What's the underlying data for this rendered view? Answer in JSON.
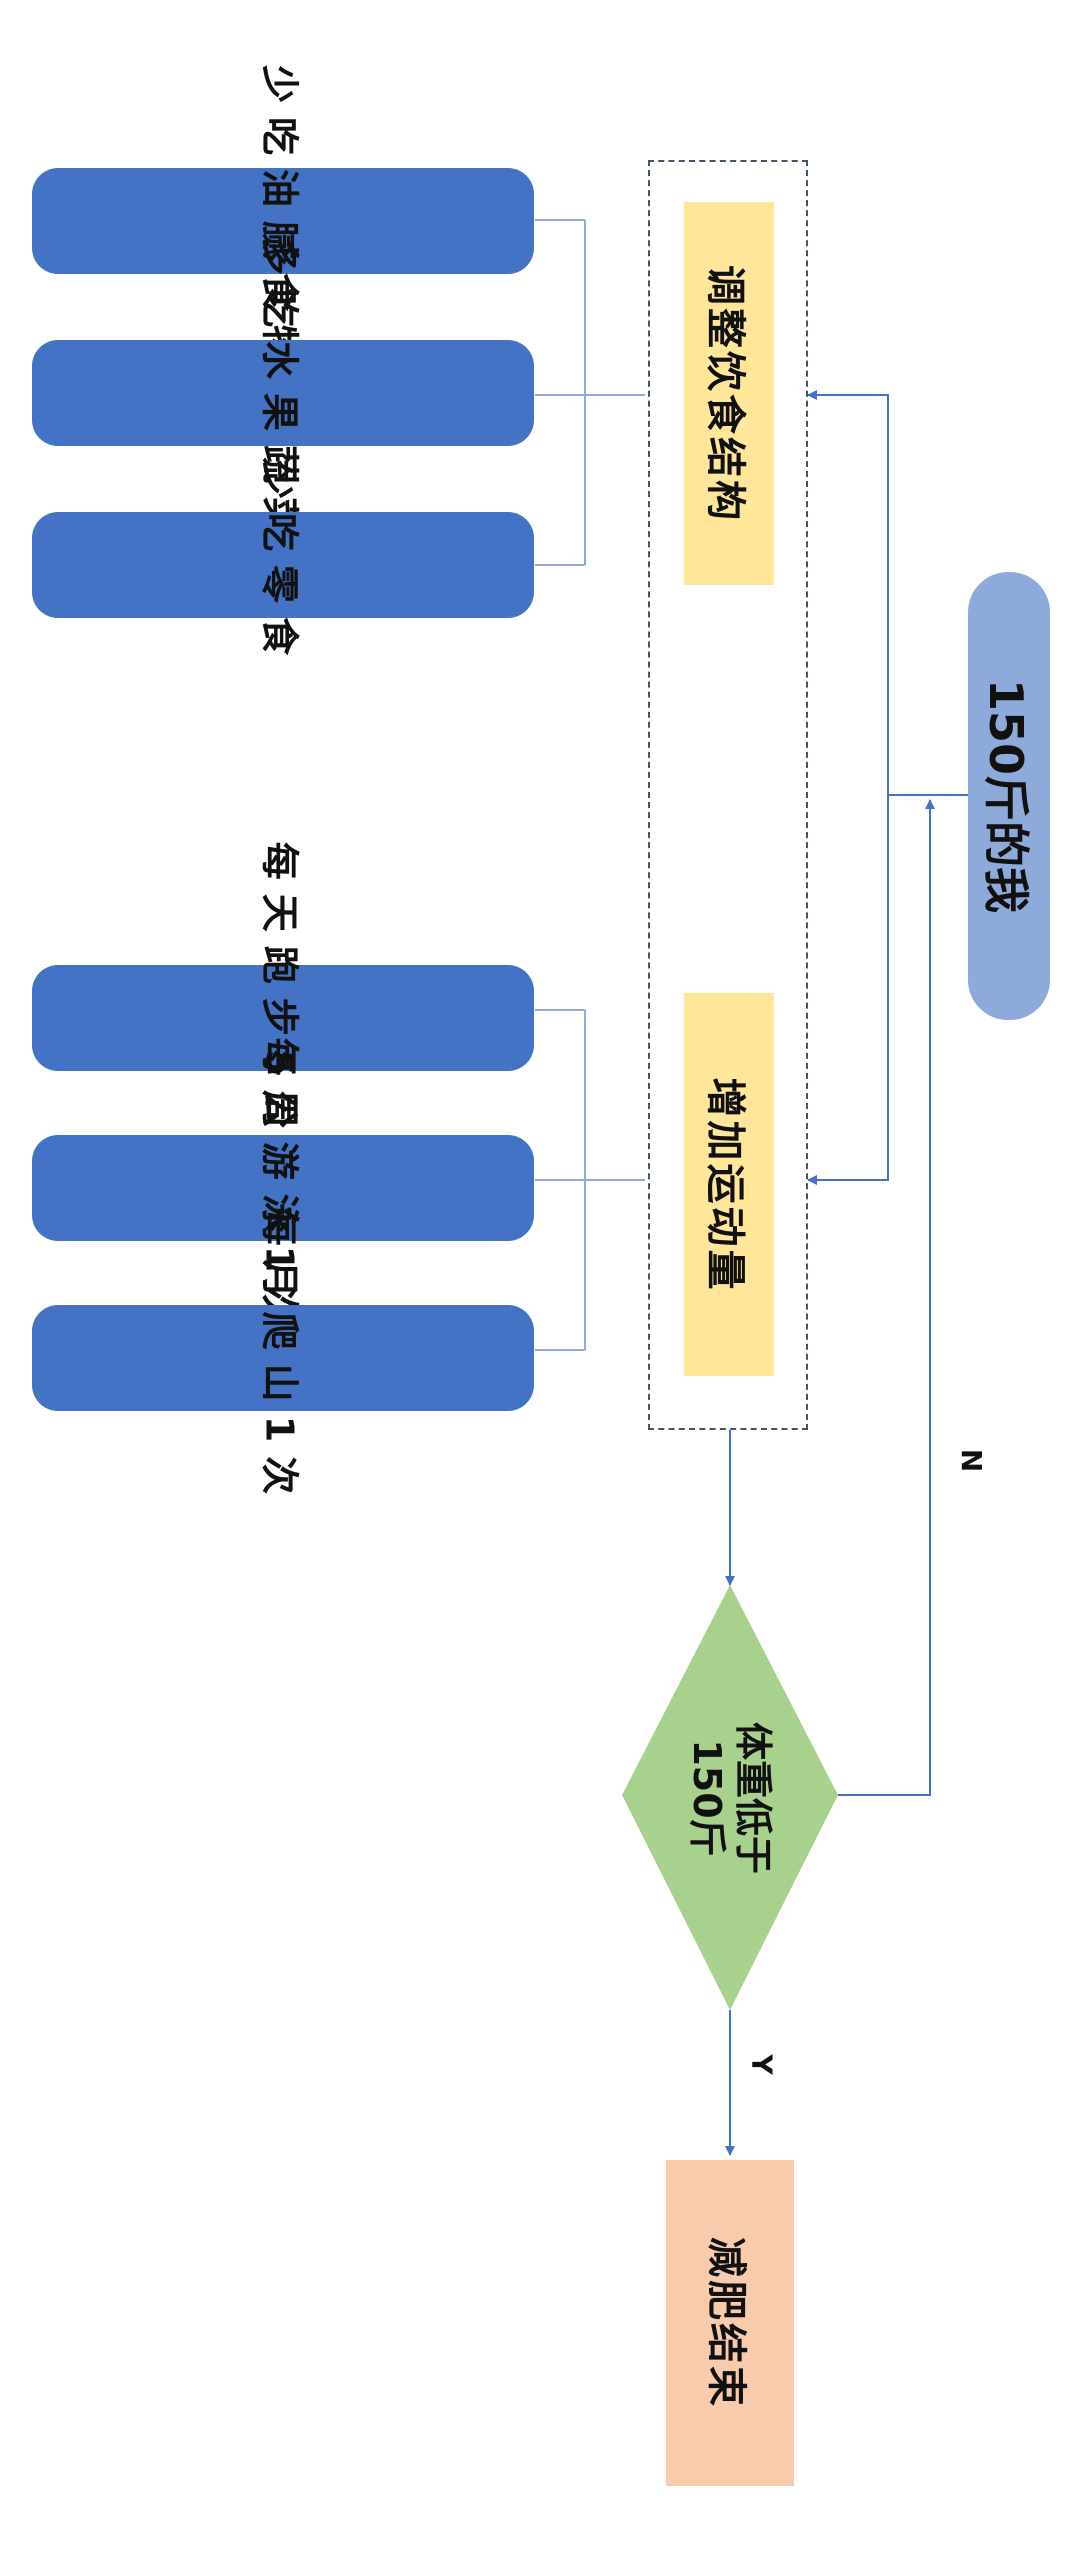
{
  "nodes": {
    "start": "150斤的我",
    "diet": "调整饮食结构",
    "exercise": "增加运动量",
    "diet_items": [
      "少吃油腻食物",
      "多吃水果蔬菜",
      "少吃零食"
    ],
    "exercise_items": [
      "每天跑步5公里",
      "每周游泳1次",
      "每月爬山1次"
    ],
    "decision_line1": "体重低于",
    "decision_line2": "150斤",
    "end": "减肥结束"
  },
  "edges": {
    "no_label": "N",
    "yes_label": "Y"
  },
  "colors": {
    "start_fill": "#8eaadb",
    "step_fill": "#ffe699",
    "item_fill": "#4472c4",
    "decision_fill": "#a9d18e",
    "end_fill": "#f8cbad",
    "connector": "#4472c4",
    "group_border": "#44546a"
  }
}
